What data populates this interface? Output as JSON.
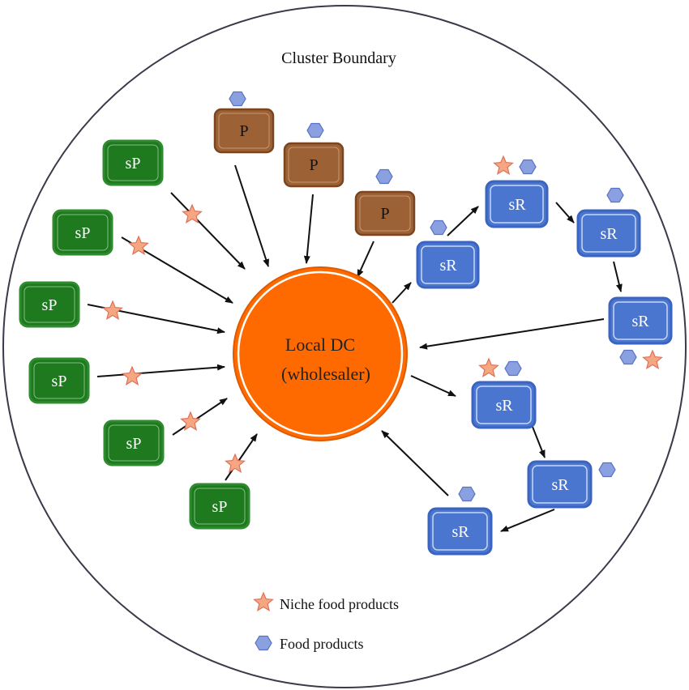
{
  "diagram": {
    "boundary_label": "Cluster Boundary",
    "center": {
      "line1": "Local DC",
      "line2": "(wholesaler)"
    },
    "node_labels": {
      "small_producer": "sP",
      "producer": "P",
      "small_retailer": "sR"
    },
    "legend": {
      "niche_label": "Niche food products",
      "food_label": "Food products"
    },
    "colors": {
      "boundary": "#3a3a4a",
      "center_fill": "#ff6a00",
      "small_producer_fill": "#1f7a1f",
      "small_producer_border": "#2e8b2e",
      "producer_fill": "#9c6134",
      "producer_border": "#7a4520",
      "retailer_fill": "#4a76d0",
      "retailer_border": "#3a64c0",
      "star_fill": "#f4a780",
      "star_stroke": "#e0705a",
      "hex_fill": "#8aa0e0",
      "hex_stroke": "#5a72c4",
      "arrow": "#111111"
    }
  }
}
